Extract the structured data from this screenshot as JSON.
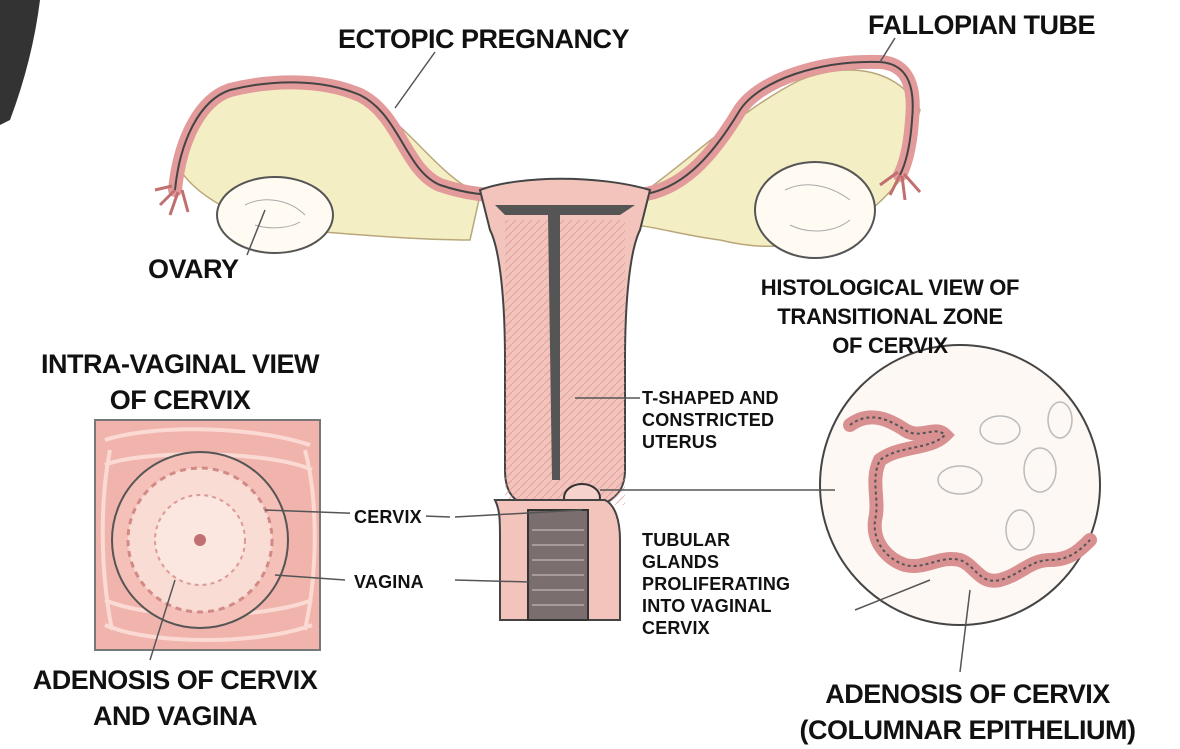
{
  "labels": {
    "ectopic_pregnancy": "ECTOPIC PREGNANCY",
    "fallopian_tube": "FALLOPIAN TUBE",
    "ovary": "OVARY",
    "histological_view": [
      "HISTOLOGICAL VIEW OF",
      "TRANSITIONAL ZONE",
      "OF CERVIX"
    ],
    "intra_vaginal_view": [
      "INTRA-VAGINAL VIEW",
      "OF CERVIX"
    ],
    "t_shaped_uterus": [
      "T-SHAPED AND",
      "CONSTRICTED",
      "UTERUS"
    ],
    "cervix": "CERVIX",
    "vagina": "VAGINA",
    "tubular_glands": [
      "TUBULAR",
      "GLANDS",
      "PROLIFERATING",
      "INTO VAGINAL",
      "CERVIX"
    ],
    "adenosis_cervix_vagina": [
      "ADENOSIS OF CERVIX",
      "AND VAGINA"
    ],
    "adenosis_columnar": [
      "ADENOSIS OF CERVIX",
      "(COLUMNAR EPITHELIUM)"
    ]
  },
  "colors": {
    "tissue_pink": "#e8a0a0",
    "tissue_light": "#f6d2cc",
    "ovary_cream": "#f4eec4",
    "vagina_grey": "#7a6e6e",
    "outline": "#2a2a2a"
  }
}
